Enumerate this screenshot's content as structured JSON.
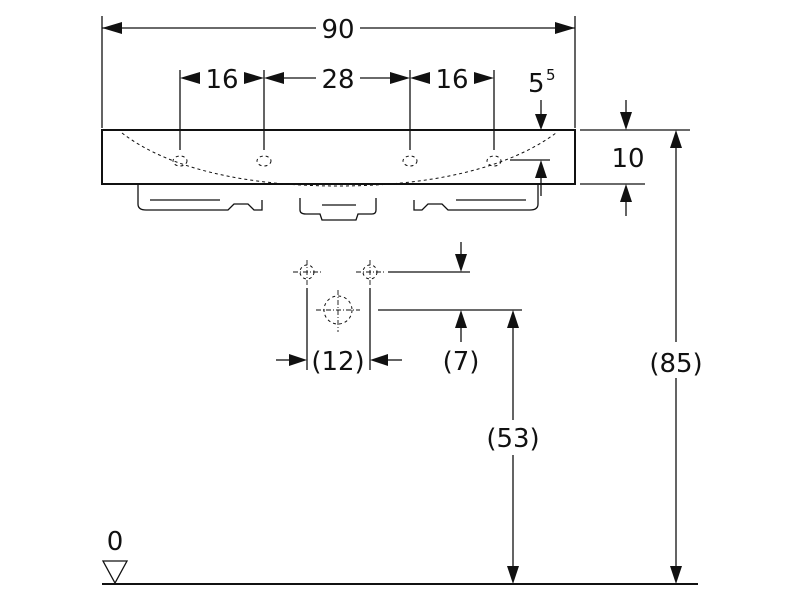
{
  "dimensions": {
    "total_width": "90",
    "edge_left": "16",
    "center": "28",
    "edge_right": "16",
    "offset_base": "5",
    "offset_sup": "5",
    "basin_height": "10",
    "tap_spacing": "(12)",
    "tap_vertical": "(7)",
    "waste_height": "(53)",
    "rim_height": "(85)",
    "floor_level": "0"
  }
}
